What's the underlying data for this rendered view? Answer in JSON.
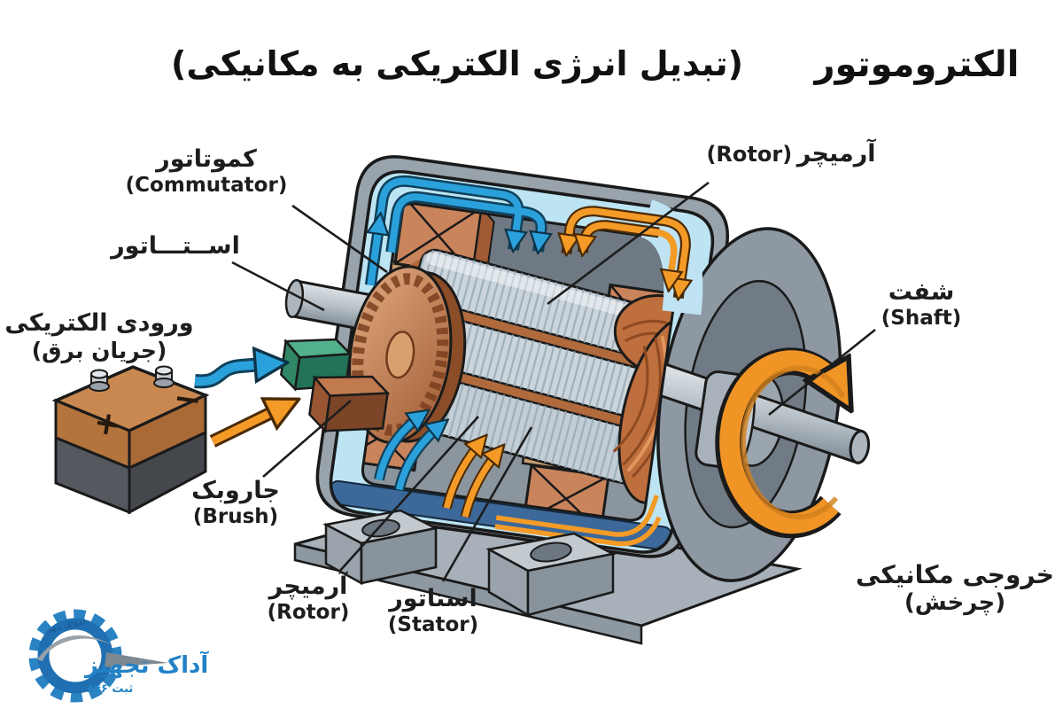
{
  "title": {
    "main": "الکتروموتور",
    "subtitle": "(تبدیل انرژی الکتریکی به مکانیکی)"
  },
  "component_labels": {
    "commutator": {
      "fa": "کموتاتور",
      "en": "(Commutator)"
    },
    "stator_upper": {
      "fa": "اســتـــاتور"
    },
    "rotor_upper": {
      "fa": "آرمیچر",
      "en": "(Rotor)"
    },
    "electrical_input": {
      "fa": "ورودی الکتریکی",
      "detail": "(جریان برق)"
    },
    "brush": {
      "fa": "جاروبک",
      "en": "(Brush)"
    },
    "rotor_lower": {
      "fa": "آرمیچر",
      "en": "(Rotor)"
    },
    "stator_lower": {
      "fa": "استاتور",
      "en": "(Stator)"
    },
    "shaft": {
      "fa": "شفت",
      "en": "(Shaft)"
    },
    "mechanical_output": {
      "fa": "خروجی مکانیکی",
      "detail": "(چرخش)"
    }
  },
  "battery": {
    "positive": "+",
    "negative": "−"
  },
  "logo": {
    "company": "آداک تجهیز",
    "registration": "ثبت ۸۴۶",
    "tagline": "افلاک مهر"
  },
  "colors": {
    "electric_flow_blue": "#2BA1DC",
    "current_orange": "#F49B27",
    "housing_gray": "#98A3AC",
    "lining_blue": "#BCE4F2",
    "copper": "#C9845C",
    "brush_green": "#3E9E7C",
    "rim_navy": "#3C689A",
    "logo_blue": "#2A83C2"
  }
}
